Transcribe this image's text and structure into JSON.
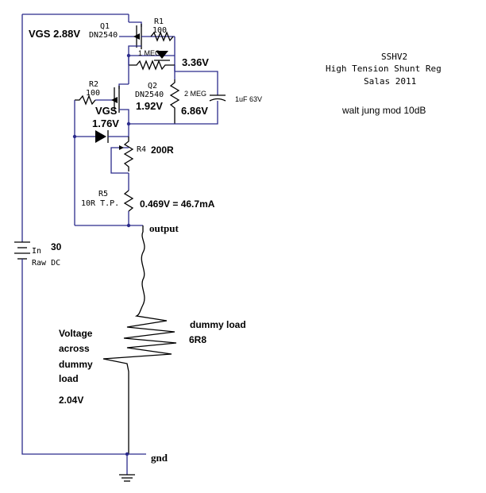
{
  "title_block": {
    "line1": "SSHV2",
    "line2": "High Tension Shunt Reg",
    "line3": "Salas 2011",
    "note": "walt jung mod 10dB"
  },
  "components": {
    "q1": {
      "ref": "Q1",
      "part": "DN2540"
    },
    "r1": {
      "ref": "R1",
      "value": "100"
    },
    "r_top": {
      "value": "1 MEG"
    },
    "r_side": {
      "value": "2 MEG"
    },
    "c1": {
      "value": "1uF 63V"
    },
    "r2": {
      "ref": "R2",
      "value": "100"
    },
    "q2": {
      "ref": "Q2",
      "part": "DN2540"
    },
    "r4": {
      "ref": "R4",
      "value": "200R"
    },
    "r5": {
      "ref": "R5",
      "value": "10R T.P."
    },
    "source": {
      "label": "In",
      "voltage": "30",
      "desc": "Raw DC"
    },
    "dummy_load": {
      "label": "dummy load",
      "value": "6R8"
    }
  },
  "annotations": {
    "vgs_q1": "VGS 2.88V",
    "v_336": "3.36V",
    "v_192": "1.92V",
    "v_686": "6.86V",
    "vgs_q2_label": "VGS",
    "vgs_q2_value": "1.76V",
    "current": "0.469V = 46.7mA",
    "output": "output",
    "gnd": "gnd",
    "voltage_note": [
      "Voltage",
      "across",
      "dummy",
      "load"
    ],
    "voltage_value": "2.04V"
  },
  "colors": {
    "wire": "#2b2b8c",
    "ink": "#000000",
    "background": "#ffffff"
  }
}
